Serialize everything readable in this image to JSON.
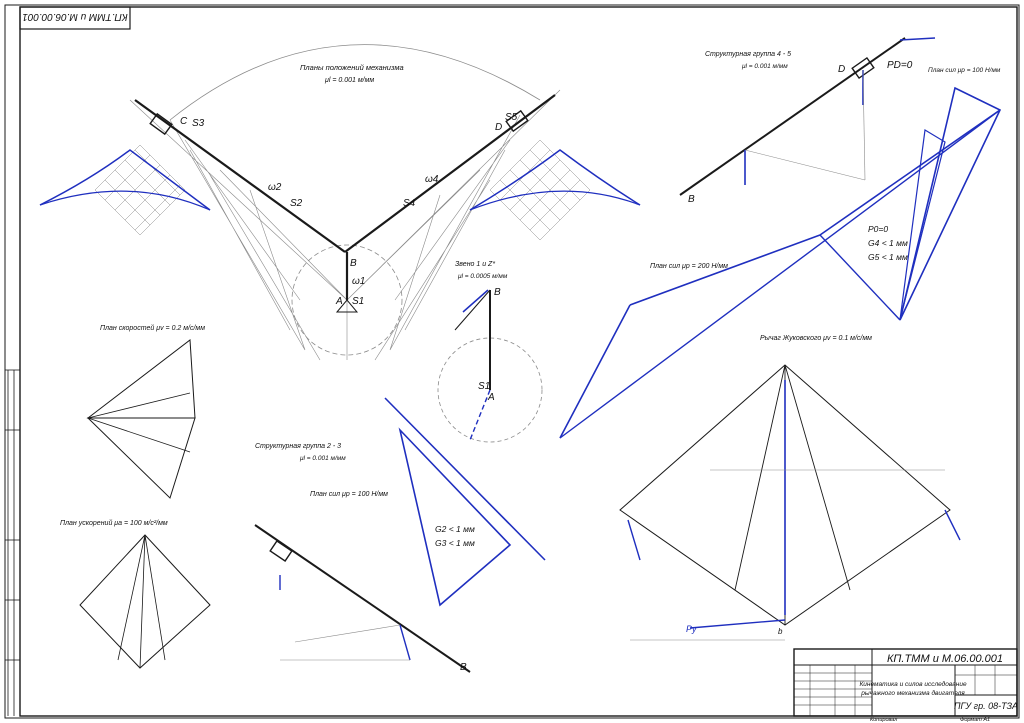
{
  "stamp": {
    "code": "КП.ТММ и М.06.00.001",
    "code_rotated": "КП.ТММ и М.06.00.001",
    "title_line1": "Кинематика и силов исследование",
    "title_line2": "рычажного механизма двигателя",
    "group": "ПГУ гр. 08-ТЗА",
    "sheet_format": "Формат   А1",
    "copy": "Копировал"
  },
  "diagrams": {
    "positions": {
      "title": "Планы положений механизма",
      "scale": "μl = 0.001 м/мм"
    },
    "links_1_2": {
      "title": "Звено 1 и Z*",
      "scale": "μl = 0.0005 м/мм"
    },
    "group_45": {
      "title": "Структурная группа 4 - 5",
      "scale": "μl = 0.001 м/мм"
    },
    "force_plan_top": {
      "title": "План сил  μp = 100 Н/мм"
    },
    "force_plan_mid": {
      "title": "План сил  μp = 200 Н/мм"
    },
    "force_plan_bottom": {
      "title": "План сил  μp = 100 Н/мм"
    },
    "group_23": {
      "title": "Структурная группа 2 - 3",
      "scale": "μl = 0.001 м/мм"
    },
    "velocity": {
      "title": "План скоростей  μv = 0.2 м/с/мм"
    },
    "acceleration": {
      "title": "План ускорений  μa = 100 м/с²/мм"
    },
    "zhukovsky": {
      "title": "Рычаг Жуковского  μv = 0.1 м/с/мм"
    }
  },
  "notes": {
    "conditions_top": [
      "P0=0",
      "G4 < 1 мм",
      "G5 < 1 мм"
    ],
    "conditions_bottom": [
      "G2 < 1 мм",
      "G3 < 1 мм"
    ],
    "p0_zero": "PD=0"
  },
  "colors": {
    "ink": "#1a1a1a",
    "blue": "#1f2fbf",
    "grey": "#8a8a8a"
  }
}
